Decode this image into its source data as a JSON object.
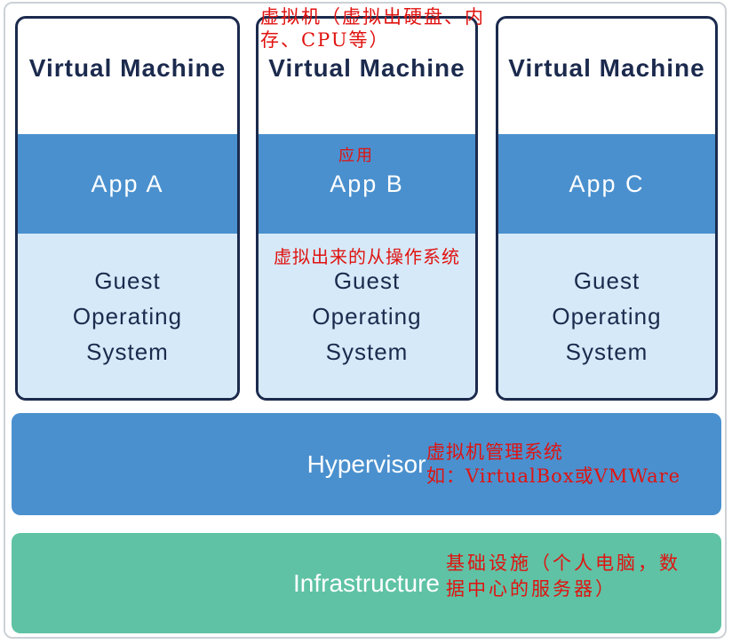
{
  "vms": [
    {
      "title": "Virtual Machine",
      "app": "App A",
      "guest_lines": [
        "Guest",
        "Operating",
        "System"
      ]
    },
    {
      "title": "Virtual Machine",
      "app": "App B",
      "guest_lines": [
        "Guest",
        "Operating",
        "System"
      ]
    },
    {
      "title": "Virtual Machine",
      "app": "App C",
      "guest_lines": [
        "Guest",
        "Operating",
        "System"
      ]
    }
  ],
  "layers": {
    "hypervisor": {
      "label": "Hypervisor",
      "annotation_lines": [
        "虚拟机管理系统",
        "如：VirtualBox或VMWare"
      ]
    },
    "infrastructure": {
      "label": "Infrastructure",
      "annotation_lines": [
        "基础设施（个人电脑，数",
        "据中心的服务器）"
      ]
    }
  },
  "annotations": {
    "vm_top_lines": [
      "虚拟机（虚拟出硬盘、内",
      "存、CPU等）"
    ],
    "app": "应用",
    "guest_os": "虚拟出来的从操作系统"
  },
  "colors": {
    "app_blue": "#4a90ce",
    "guest_light_blue": "#d6e9f8",
    "infrastructure_green": "#5fc2a5",
    "border_navy": "#1b2a4d",
    "annotation_red": "#e01310",
    "frame_gray": "#ccd1d7"
  }
}
